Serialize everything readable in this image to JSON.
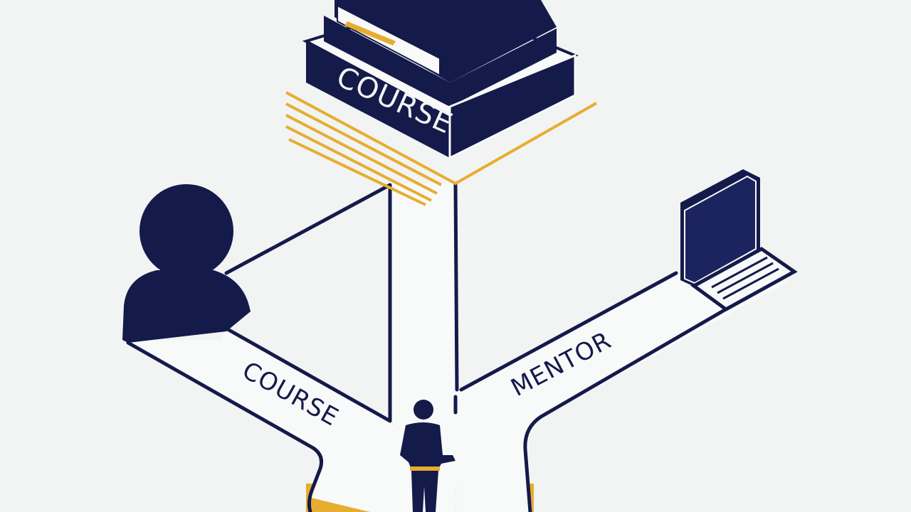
{
  "labels": {
    "pedestal": "COURSE",
    "left_path": "COURSE",
    "right_path": "MENTOR"
  },
  "colors": {
    "background": "#f2f3f3",
    "navy": "#141a4a",
    "gold": "#e6ad2e",
    "path_fill": "#f8f9f9"
  },
  "icons": {
    "person": "person-silhouette-icon",
    "laptop": "laptop-icon",
    "pen": "pen-icon",
    "book": "course-book-icon"
  }
}
